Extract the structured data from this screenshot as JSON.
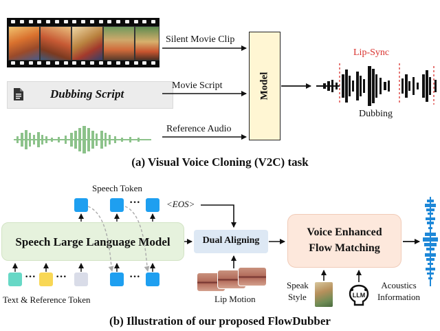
{
  "part_a": {
    "inputs": {
      "silent_movie_clip": "Silent Movie Clip",
      "movie_script": "Movie Script",
      "reference_audio": "Reference Audio"
    },
    "dubbing_script": "Dubbing Script",
    "model": "Model",
    "lip_sync": "Lip-Sync",
    "dubbing": "Dubbing",
    "caption": "(a) Visual Voice Cloning (V2C) task"
  },
  "part_b": {
    "speech_token": "Speech Token",
    "eos": "<EOS>",
    "speech_llm": "Speech Large Language Model",
    "text_ref_token": "Text & Reference Token",
    "dual_aligning": "Dual Aligning",
    "lip_motion": "Lip Motion",
    "vefm_line1": "Voice Enhanced",
    "vefm_line2": "Flow Matching",
    "speak": "Speak",
    "style": "Style",
    "llm": "LLM",
    "acoustics": "Acoustics",
    "information": "Information",
    "dots": "···",
    "caption": "(b) Illustration of our proposed FlowDubber"
  },
  "colors": {
    "waveform_green": "#8cc28a",
    "lip_sync_red": "#d9302c",
    "model_fill": "#fff6d3",
    "sllm_fill": "#e6f2dd",
    "token_blue": "#1e9ff0",
    "vefm_fill": "#fde8dc",
    "dual_fill": "#dde8f4"
  }
}
